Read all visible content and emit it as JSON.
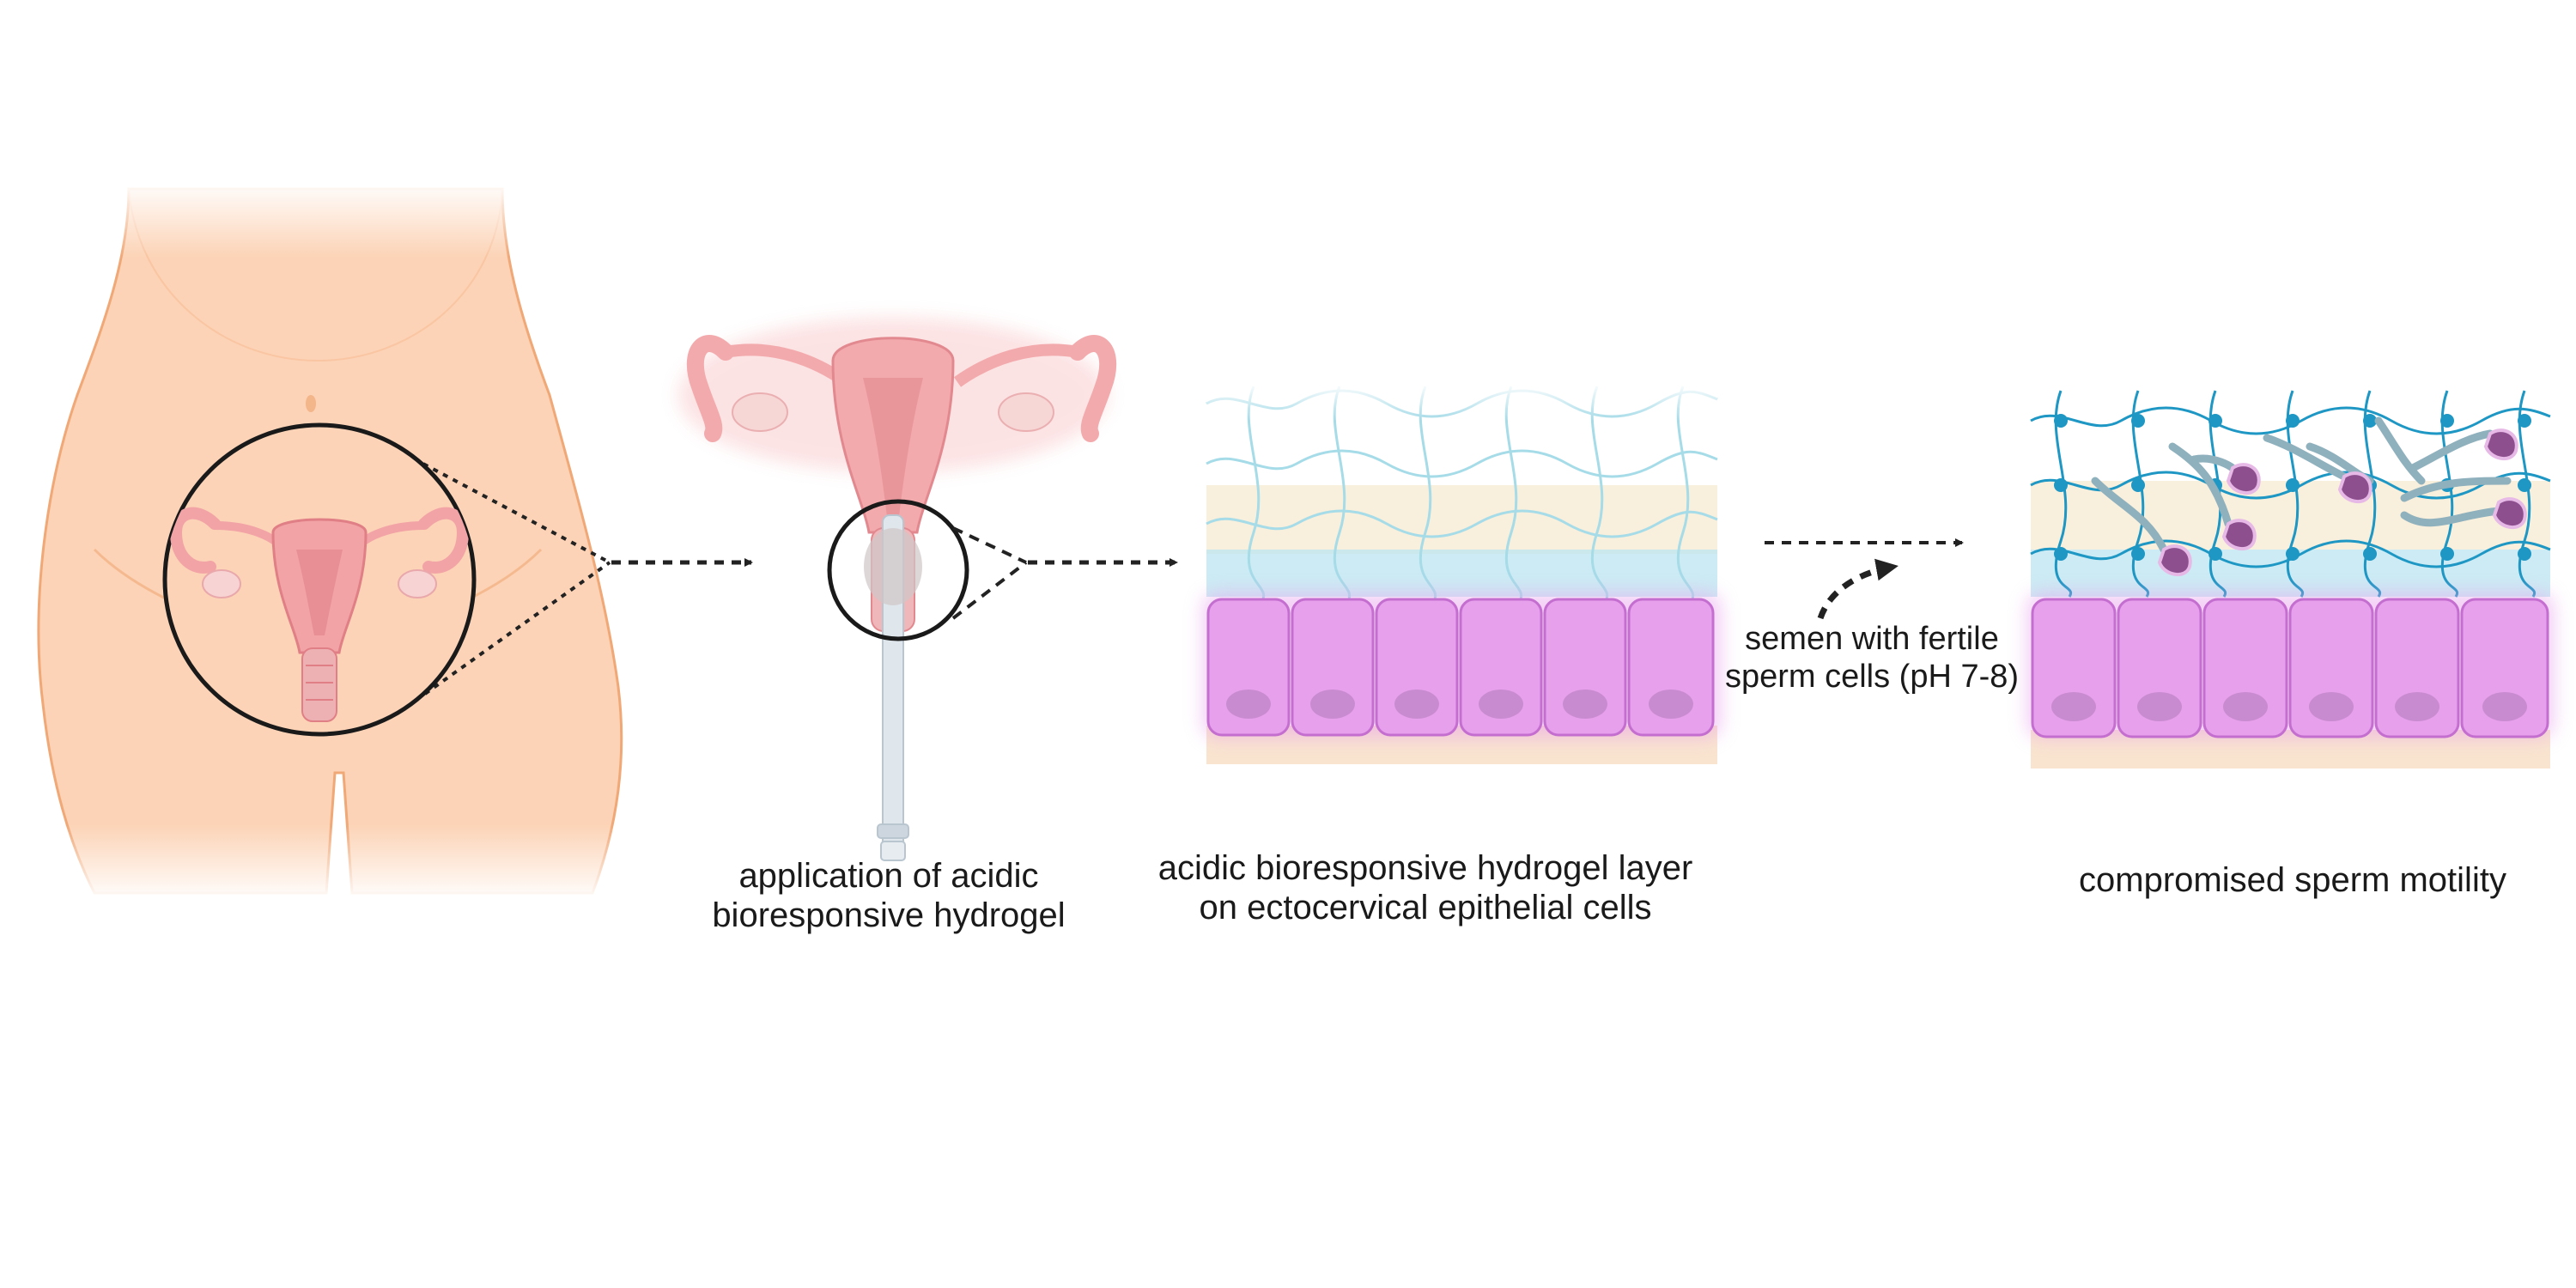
{
  "steps": [
    {
      "caption_lines": [
        "application of acidic",
        "bioresponsive hydrogel"
      ]
    },
    {
      "caption_lines": [
        "acidic bioresponsive hydrogel layer",
        "on ectocervical epithelial cells"
      ]
    },
    {
      "caption_lines": [
        "compromised sperm motility"
      ]
    }
  ],
  "semen_label_lines": [
    "semen with fertile",
    "sperm cells (pH 7-8)"
  ],
  "colors": {
    "skin": "#fcd3b6",
    "skin_outline": "#f0a877",
    "uterus": "#f2a3a6",
    "uterus_dark": "#e07f86",
    "hydrogel_line": "#a6dbe8",
    "hydrogel_band": "#f8efdc",
    "mucus_band": "#bfe6f1",
    "epithelial_cell": "#e7a0ec",
    "epithelial_outline": "#c46fd0",
    "nucleus": "#c98bd0",
    "network": "#1e97c4",
    "sperm_head": "#8e4f8f",
    "sperm_tail": "#8fb0bd",
    "arrow": "#222222"
  },
  "icons": [
    "female-body-icon",
    "uterus-icon",
    "applicator-icon",
    "magnifier-circle-icon",
    "epithelial-cells-icon",
    "sperm-cell-icon",
    "hydrogel-network-icon"
  ]
}
